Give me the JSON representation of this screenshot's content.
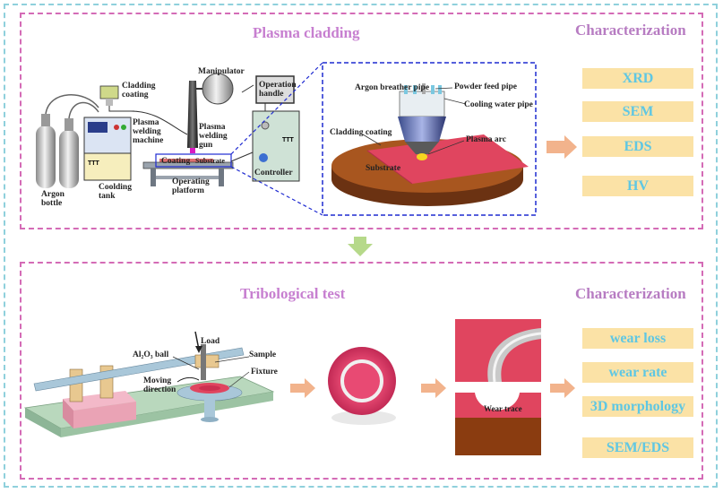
{
  "top": {
    "title": "Plasma cladding",
    "characterization_title": "Characterization",
    "characterization_items": [
      "XRD",
      "SEM",
      "EDS",
      "HV"
    ],
    "equipment_labels": {
      "cladding_coating": "Cladding\ncoating",
      "manipulator": "Manipulator",
      "operation_handle": "Operation\nhandle",
      "plasma_welding_machine": "Plasma\nwelding\nmachine",
      "plasma_welding_gun": "Plasma\nwelding\ngun",
      "coating": "Coating",
      "substrate": "Substrate",
      "operating_platform": "Operating\nplatform",
      "controller": "Controller",
      "argon_bottle": "Argon\nbottle",
      "coolding_tank": "Coolding\ntank"
    },
    "zoom_labels": {
      "argon_breather_pipe": "Argon breather pipe",
      "powder_feed_pipe": "Powder feed pipe",
      "cooling_water_pipe": "Cooling water pipe",
      "cladding_coating": "Cladding coating",
      "plasma_arc": "Plasma arc",
      "substrate": "Substrate"
    }
  },
  "bottom": {
    "title": "Tribological test",
    "characterization_title": "Characterization",
    "characterization_items": [
      "wear loss",
      "wear rate",
      "3D morphology",
      "SEM/EDS"
    ],
    "rig_labels": {
      "load": "Load",
      "al2o3_ball": "Al₂O₃ ball",
      "sample": "Sample",
      "fixture": "Fixture",
      "moving_direction": "Moving\ndirection"
    },
    "wear_trace": "Wear trace"
  },
  "colors": {
    "outer_border": "#8fd0dc",
    "panel_border": "#d46bb6",
    "title": "#c77fd0",
    "char_box_fill": "#fbe2a6",
    "char_box_text": "#5fc7e3",
    "arrow": "#f2b38c",
    "down_arrow": "#b6d98a",
    "substrate_brown": "#9a4a1a",
    "coating_red": "#e0455f"
  }
}
